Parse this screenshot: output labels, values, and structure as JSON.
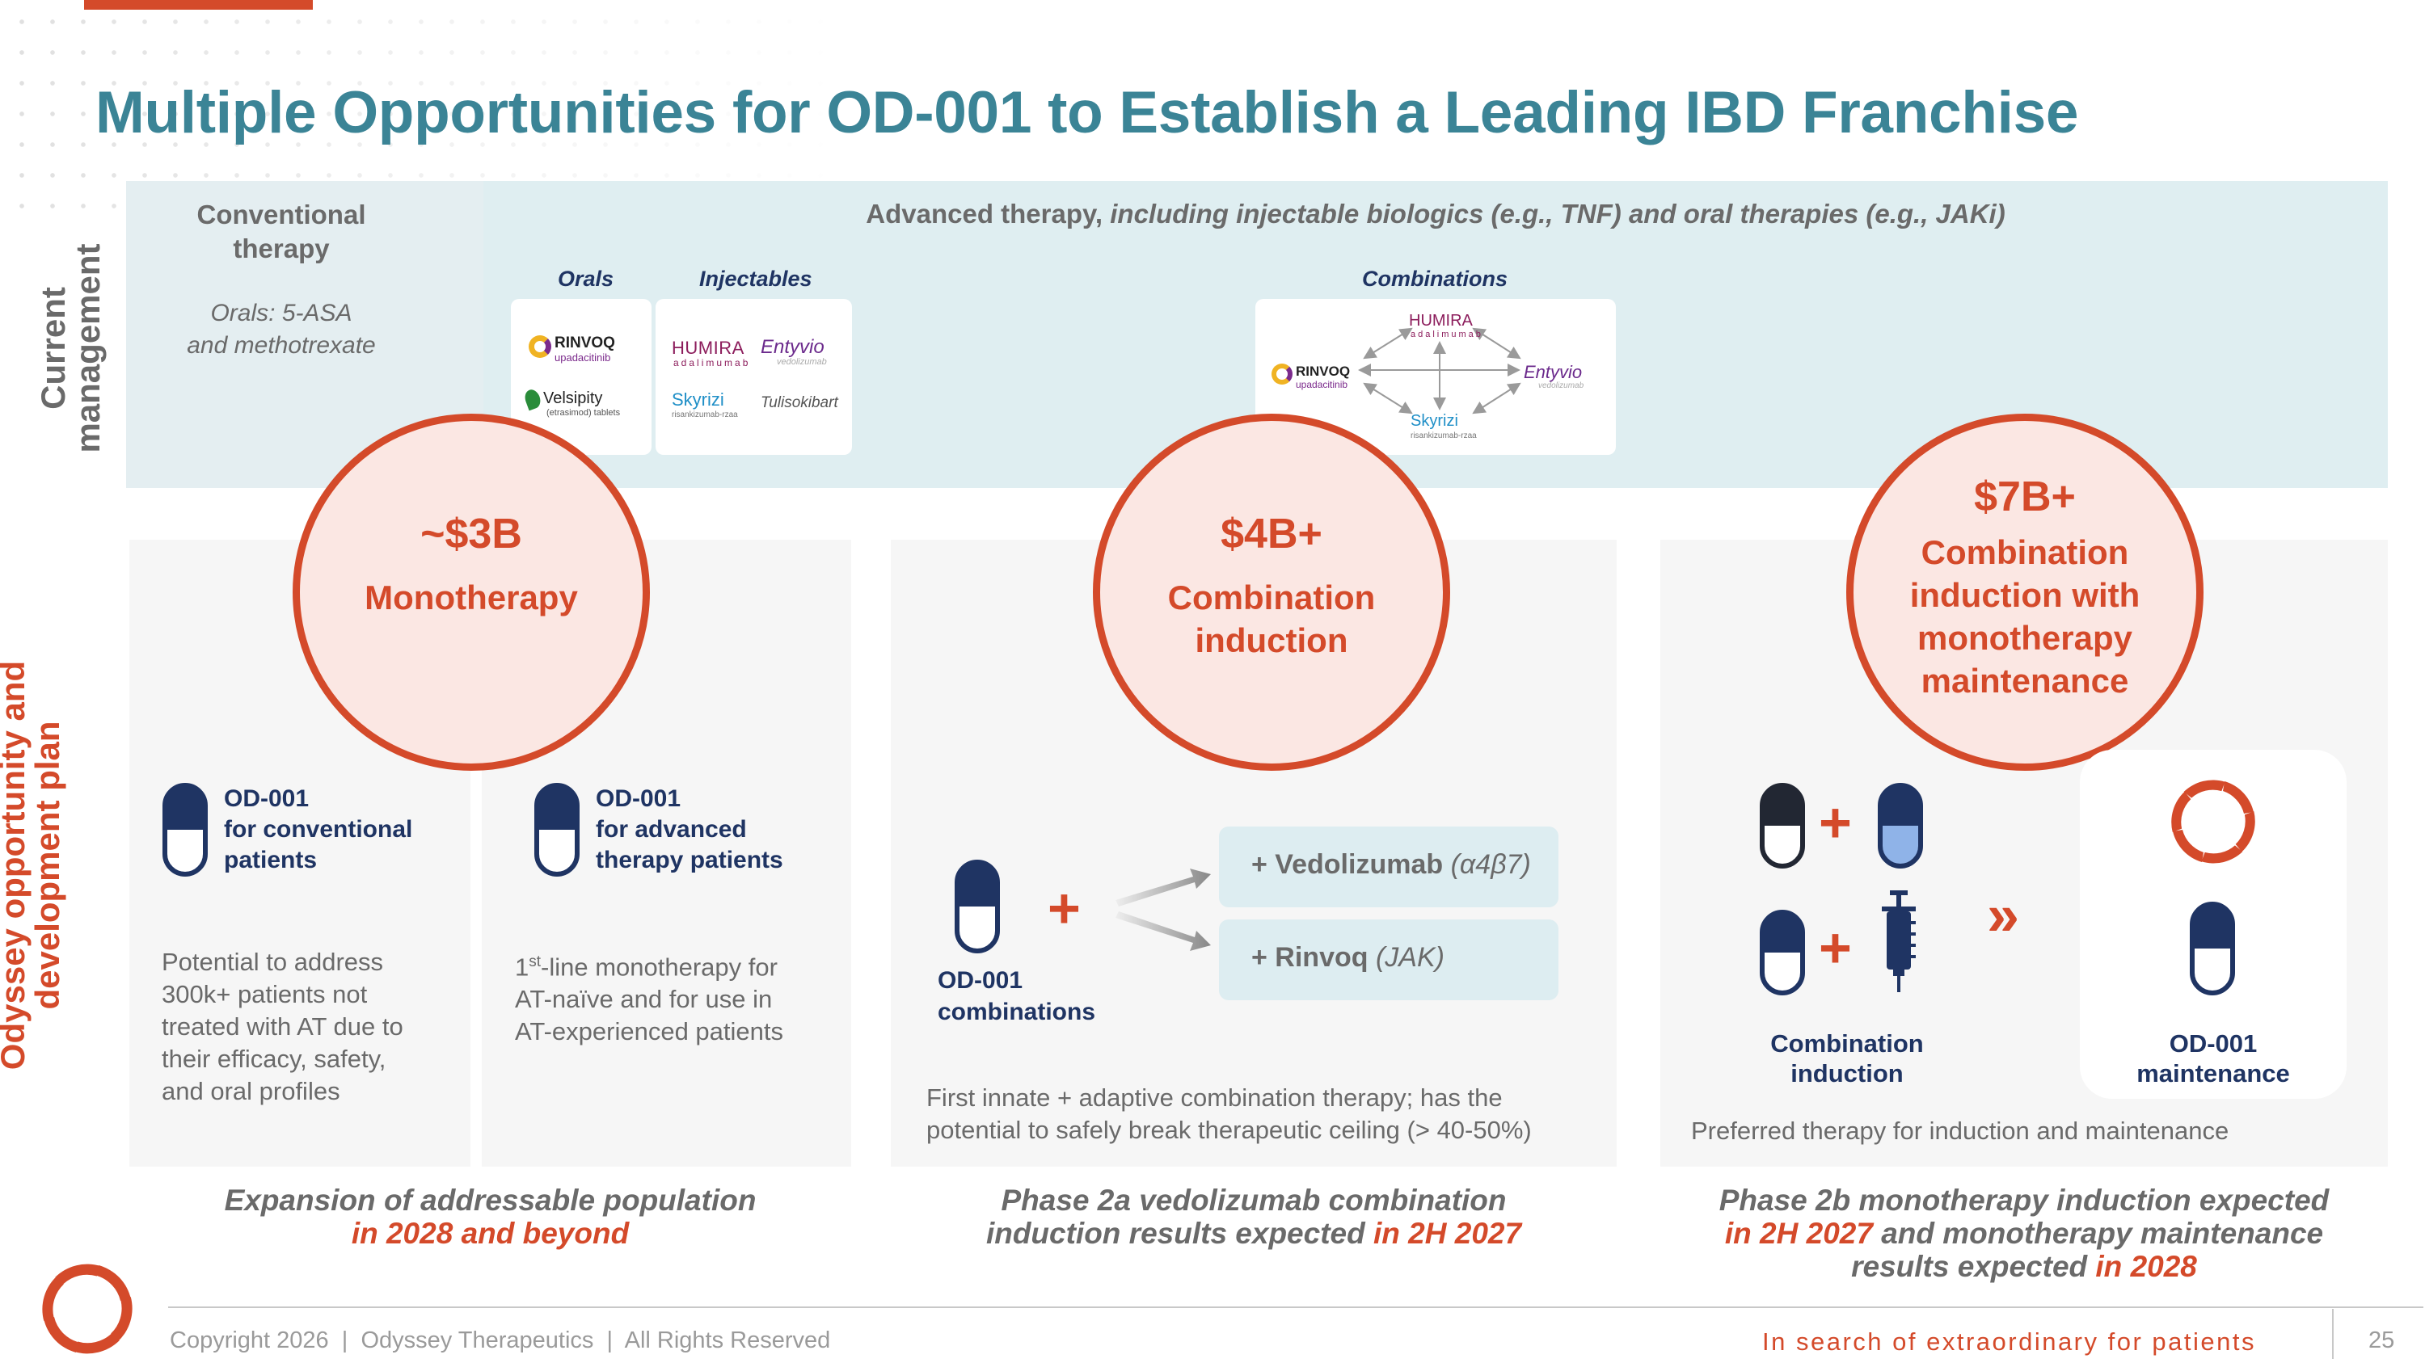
{
  "slide": {
    "title": "Multiple Opportunities for OD-001 to Establish a Leading IBD Franchise",
    "row_labels": {
      "current": [
        "Current",
        "management"
      ],
      "odyssey": [
        "Odyssey opportunity and",
        "development plan"
      ]
    }
  },
  "current": {
    "conventional_title": [
      "Conventional",
      "therapy"
    ],
    "conventional_sub": [
      "Orals: 5-ASA",
      "and methotrexate"
    ],
    "advanced_title_bold": "Advanced therapy, ",
    "advanced_title_italic": "including injectable biologics (e.g., TNF) and oral therapies (e.g., JAKi)",
    "cat_orals": "Orals",
    "cat_injectables": "Injectables",
    "cat_combinations": "Combinations",
    "logos": {
      "rinvoq": "RINVOQ",
      "rinvoq_sub": "upadacitinib",
      "velsipity": "Velsipity",
      "velsipity_sub": "(etrasimod) tablets",
      "humira": "HUMIRA",
      "humira_sub": "adalimumab",
      "entyvio": "Entyvio",
      "entyvio_sub": "vedolizumab",
      "skyrizi": "Skyrizi",
      "skyrizi_sub": "risankizumab-rzaa",
      "tulisokibart": "Tulisokibart"
    }
  },
  "circles": [
    {
      "value": "~$3B",
      "label": [
        "Monotherapy"
      ]
    },
    {
      "value": "$4B+",
      "label": [
        "Combination",
        "induction"
      ]
    },
    {
      "value": "$7B+",
      "label": [
        "Combination",
        "induction with",
        "monotherapy",
        "maintenance"
      ]
    }
  ],
  "panel1": {
    "conv_name": [
      "OD-001",
      "for conventional",
      "patients"
    ],
    "conv_body": [
      "Potential to address",
      "300k+ patients not",
      "treated with AT due to",
      "their efficacy, safety,",
      "and oral profiles"
    ],
    "adv_name": [
      "OD-001",
      "for advanced",
      "therapy patients"
    ],
    "adv_body_sup_pre": "1",
    "adv_body_sup": "st",
    "adv_body_l1_rest": "-line monotherapy for",
    "adv_body_rest": [
      "AT-naïve and for use in",
      "AT-experienced patients"
    ],
    "footer_l1": "Expansion of addressable population",
    "footer_l2": "in 2028 and beyond"
  },
  "panel2": {
    "plus": "+",
    "combo_label": [
      "OD-001",
      "combinations"
    ],
    "option1_bold": "+ Vedolizumab ",
    "option1_italic": "(α4β7)",
    "option2_bold": "+ Rinvoq ",
    "option2_italic": "(JAK)",
    "body": [
      "First innate + adaptive combination therapy; has the",
      "potential to safely break therapeutic ceiling (> 40-50%)"
    ],
    "footer_l1": "Phase 2a vedolizumab combination",
    "footer_l2_pre": "induction results expected ",
    "footer_l2_or": "in 2H 2027"
  },
  "panel3": {
    "plus": "+",
    "arrow": "»",
    "combo_label": [
      "Combination",
      "induction"
    ],
    "maint_label": [
      "OD-001",
      "maintenance"
    ],
    "body": "Preferred therapy for induction and maintenance",
    "footer_l1": "Phase 2b monotherapy induction expected",
    "footer_l2_or": "in 2H 2027",
    "footer_l2_rest": " and monotherapy maintenance",
    "footer_l3_pre": "results expected ",
    "footer_l3_or": "in 2028"
  },
  "footer": {
    "copyright": "Copyright 2026  |  Odyssey Therapeutics  |  All Rights Reserved",
    "tagline": "In search of extraordinary for patients",
    "page": "25"
  },
  "colors": {
    "accent": "#d44a2a",
    "title": "#3b8496",
    "navy": "#1f3463",
    "band": "#dfeef1",
    "grey": "#6a6a6a"
  }
}
